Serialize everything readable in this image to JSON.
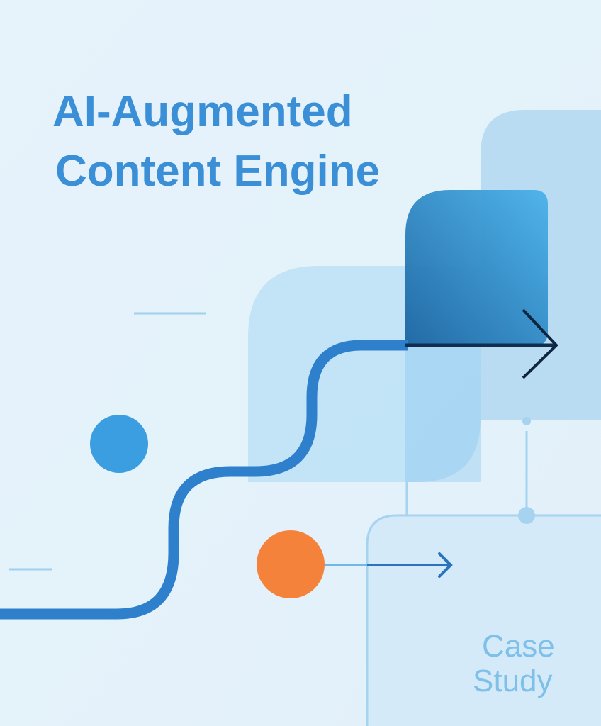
{
  "title": {
    "line1": "AI-Augmented",
    "line2": "Content Engine"
  },
  "badge": {
    "line1": "Case",
    "line2": "Study"
  },
  "colors": {
    "background": "#e3f1fa",
    "title": "#3a8fd6",
    "accent_blue": "#3a9ee0",
    "accent_orange": "#f5823a",
    "path": "#2f80cc"
  }
}
